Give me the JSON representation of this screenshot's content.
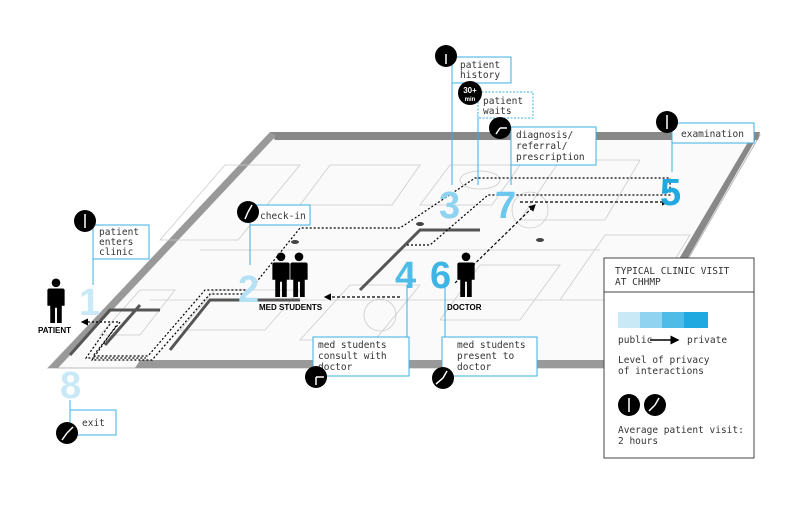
{
  "colors": {
    "public": "#c9e9f7",
    "mid1": "#8fd3f0",
    "mid2": "#4fbce8",
    "private": "#20a8e0",
    "label_border": "#3bb0e0"
  },
  "steps": [
    {
      "number": "1",
      "label": [
        "patient",
        "enters",
        "clinic"
      ]
    },
    {
      "number": "2",
      "label": [
        "check-in"
      ]
    },
    {
      "number": "3",
      "label": [
        "patient",
        "history"
      ]
    },
    {
      "number": "",
      "label": [
        "patient",
        "waits"
      ]
    },
    {
      "number": "7",
      "label": [
        "diagnosis/",
        "referral/",
        "prescription"
      ]
    },
    {
      "number": "5",
      "label": [
        "examination"
      ]
    },
    {
      "number": "4",
      "label": [
        "med students",
        "consult with",
        "doctor"
      ]
    },
    {
      "number": "6",
      "label": [
        "med students",
        "present to",
        "doctor"
      ]
    },
    {
      "number": "8",
      "label": [
        "exit"
      ]
    }
  ],
  "wait_badge": [
    "30+",
    "min"
  ],
  "people": {
    "patient": "PATIENT",
    "students": "MED STUDENTS",
    "doctor": "DOCTOR"
  },
  "legend": {
    "title": [
      "TYPICAL CLINIC VISIT",
      "AT CHHMP"
    ],
    "public": "public",
    "private": "private",
    "privacy_desc": [
      "Level of privacy",
      "of interactions"
    ],
    "visit_desc": [
      "Average patient visit:",
      "2 hours"
    ]
  }
}
